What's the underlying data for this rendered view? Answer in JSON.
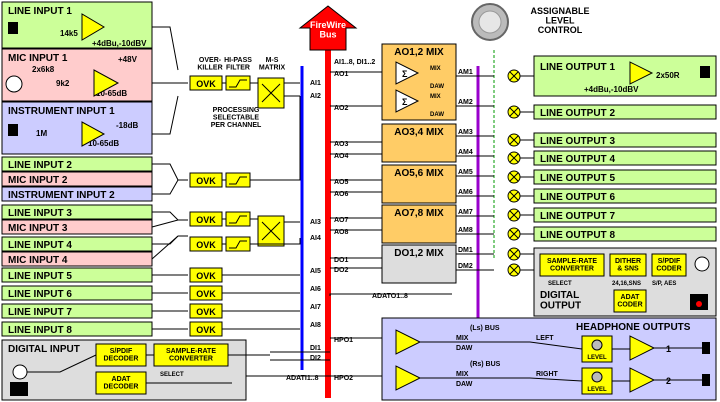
{
  "inputs": {
    "line_input_1": "LINE INPUT 1",
    "line_input_1_impedance": "14k5",
    "line_input_1_level": "+4dBu,-10dBV",
    "mic_input_1": "MIC INPUT 1",
    "mic_input_1_resistor": "2x6k8",
    "mic_input_1_phantom": "+48V",
    "mic_input_1_res2": "9k2",
    "mic_input_1_gain": "10-65dB",
    "instrument_input_1": "INSTRUMENT INPUT 1",
    "instrument_input_1_res": "1M",
    "instrument_input_1_pad": "-18dB",
    "instrument_input_1_gain": "10-65dB",
    "line_input_2": "LINE INPUT 2",
    "mic_input_2": "MIC INPUT 2",
    "instrument_input_2": "INSTRUMENT INPUT 2",
    "line_input_3": "LINE INPUT 3",
    "mic_input_3": "MIC INPUT 3",
    "line_input_4": "LINE INPUT 4",
    "mic_input_4": "MIC INPUT 4",
    "line_input_5": "LINE INPUT 5",
    "line_input_6": "LINE INPUT 6",
    "line_input_7": "LINE INPUT 7",
    "line_input_8": "LINE INPUT 8"
  },
  "processing": {
    "overkiller": "OVER-\nKILLER",
    "hipass": "HI-PASS\nFILTER",
    "ms_matrix": "M-S\nMATRIX",
    "ovk": "OVK",
    "note": "PROCESSING\nSELECTABLE\nPER CHANNEL"
  },
  "firewire": {
    "label": "FireWire\nBus"
  },
  "ai_labels": [
    "AI1",
    "AI2",
    "AI3",
    "AI4",
    "AI5",
    "AI6",
    "AI7",
    "AI8"
  ],
  "bus_labels": {
    "ai_di": "AI1..8, DI1..2",
    "ao1": "AO1",
    "ao2": "AO2",
    "ao3": "AO3",
    "ao4": "AO4",
    "ao5": "AO5",
    "ao6": "AO6",
    "ao7": "AO7",
    "ao8": "AO8",
    "do1": "DO1",
    "do2": "DO2",
    "adato": "ADATO1..8",
    "hpo1": "HPO1",
    "hpo2": "HPO2",
    "di1": "DI1",
    "di2": "DI2",
    "adati": "ADATI1..8"
  },
  "mix": {
    "ao12": "AO1,2 MIX",
    "ao34": "AO3,4 MIX",
    "ao56": "AO5,6 MIX",
    "ao78": "AO7,8 MIX",
    "do12": "DO1,2 MIX",
    "mix": "MIX",
    "daw": "DAW"
  },
  "monitor": {
    "title": "ASSIGNABLE\nLEVEL\nCONTROL",
    "am": [
      "AM1",
      "AM2",
      "AM3",
      "AM4",
      "AM5",
      "AM6",
      "AM7",
      "AM8"
    ],
    "dm": [
      "DM1",
      "DM2"
    ]
  },
  "outputs": {
    "line_output_1": "LINE OUTPUT 1",
    "output_1_amp": "2x50R",
    "output_1_level": "+4dBu,-10dBV",
    "line_output_2": "LINE OUTPUT 2",
    "line_output_3": "LINE OUTPUT 3",
    "line_output_4": "LINE OUTPUT 4",
    "line_output_5": "LINE OUTPUT 5",
    "line_output_6": "LINE OUTPUT 6",
    "line_output_7": "LINE OUTPUT 7",
    "line_output_8": "LINE OUTPUT 8"
  },
  "digital_output": {
    "src": "SAMPLE-RATE\nCONVERTER",
    "dither": "DITHER\n& SNS",
    "spdif_coder": "S/PDIF\nCODER",
    "select": "SELECT",
    "bits": "24,16,SNS",
    "formats": "S/P, AES",
    "title": "DIGITAL\nOUTPUT",
    "adat_coder": "ADAT\nCODER"
  },
  "digital_input": {
    "title": "DIGITAL INPUT",
    "spdif_decoder": "S/PDIF\nDECODER",
    "src": "SAMPLE-RATE\nCONVERTER",
    "select": "SELECT",
    "adat_decoder": "ADAT\nDECODER"
  },
  "headphones": {
    "title": "HEADPHONE OUTPUTS",
    "ls_bus": "(Ls)  BUS",
    "rs_bus": "(Rs)  BUS",
    "mix": "MIX",
    "daw": "DAW",
    "left": "LEFT",
    "right": "RIGHT",
    "level": "LEVEL",
    "out1": "1",
    "out2": "2"
  },
  "colors": {
    "line_green": "#ccff99",
    "mic_pink": "#ffcccc",
    "instrument_blue": "#ccccff",
    "processor_yellow": "#ffff00",
    "mix_orange": "#ffcc66",
    "firewire_red": "#ff0000",
    "bus_blue": "#0000ff",
    "bus_purple": "#9900cc",
    "monitor_green": "#009900",
    "digital_grey": "#dddddd"
  }
}
